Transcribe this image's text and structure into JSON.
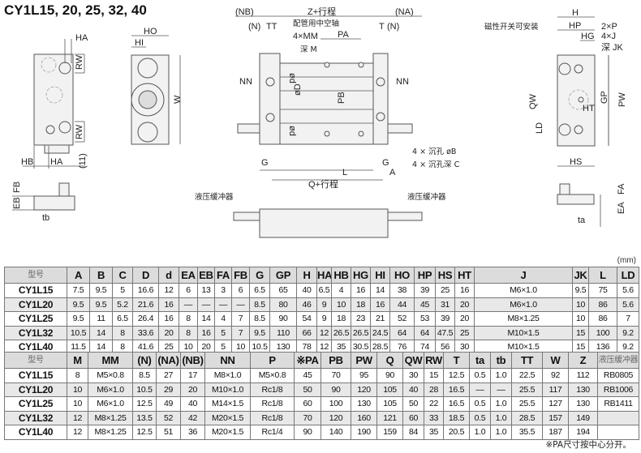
{
  "title": "CY1L15, 20, 25, 32, 40",
  "unit": "(mm)",
  "footnote": "※PA尺寸按中心分开。",
  "drawing_labels": {
    "ha_top": "HA",
    "rw_top": "RW",
    "rw_bottom": "RW",
    "hb": "HB",
    "ha_bottom": "HA",
    "eleven": "(11)",
    "ho": "HO",
    "hi": "HI",
    "w": "W",
    "fb": "FB",
    "eb": "EB",
    "tb": "tb",
    "nb": "(NB)",
    "z_stroke": "Z+行程",
    "na": "(NA)",
    "n_left": "(N)",
    "tt": "TT",
    "pipe_shaft": "配管用中空轴",
    "t": "T",
    "n_right": "(N)",
    "mm": "4×MM",
    "depth_m": "深 M",
    "pa": "PA",
    "nn_left": "NN",
    "nn_right": "NN",
    "d_small_top": "ød",
    "d_big": "øD",
    "pb": "PB",
    "d_small_bottom": "ød",
    "cb_b": "4 × 沉孔 øB",
    "cb_c": "4 × 沉孔深 C",
    "g_left": "G",
    "g_right": "G",
    "l": "L",
    "a": "A",
    "q_stroke": "Q+行程",
    "buffer_left": "液压缓冲器",
    "buffer_right": "液压缓冲器",
    "h": "H",
    "hp": "HP",
    "hg": "HG",
    "mag_switch": "磁性开关可安装",
    "p2": "2×P",
    "j4": "4×J",
    "depth_jk": "深 JK",
    "qw": "QW",
    "ht": "HT",
    "gp": "GP",
    "pw": "PW",
    "ld": "LD",
    "hs": "HS",
    "fa": "FA",
    "ea": "EA",
    "ta": "ta"
  },
  "table1": {
    "headers": [
      "型号",
      "A",
      "B",
      "C",
      "D",
      "d",
      "EA",
      "EB",
      "FA",
      "FB",
      "G",
      "GP",
      "H",
      "HA",
      "HB",
      "HG",
      "HI",
      "HO",
      "HP",
      "HS",
      "HT",
      "J",
      "JK",
      "L",
      "LD"
    ],
    "rows": [
      [
        "CY1L15",
        "7.5",
        "9.5",
        "5",
        "16.6",
        "12",
        "6",
        "13",
        "3",
        "6",
        "6.5",
        "65",
        "40",
        "6.5",
        "4",
        "16",
        "14",
        "38",
        "39",
        "25",
        "16",
        "M6×1.0",
        "9.5",
        "75",
        "5.6"
      ],
      [
        "CY1L20",
        "9.5",
        "9.5",
        "5.2",
        "21.6",
        "16",
        "—",
        "—",
        "—",
        "—",
        "8.5",
        "80",
        "46",
        "9",
        "10",
        "18",
        "16",
        "44",
        "45",
        "31",
        "20",
        "M6×1.0",
        "10",
        "86",
        "5.6"
      ],
      [
        "CY1L25",
        "9.5",
        "11",
        "6.5",
        "26.4",
        "16",
        "8",
        "14",
        "4",
        "7",
        "8.5",
        "90",
        "54",
        "9",
        "18",
        "23",
        "21",
        "52",
        "53",
        "39",
        "20",
        "M8×1.25",
        "10",
        "86",
        "7"
      ],
      [
        "CY1L32",
        "10.5",
        "14",
        "8",
        "33.6",
        "20",
        "8",
        "16",
        "5",
        "7",
        "9.5",
        "110",
        "66",
        "12",
        "26.5",
        "26.5",
        "24.5",
        "64",
        "64",
        "47.5",
        "25",
        "M10×1.5",
        "15",
        "100",
        "9.2"
      ],
      [
        "CY1L40",
        "11.5",
        "14",
        "8",
        "41.6",
        "25",
        "10",
        "20",
        "5",
        "10",
        "10.5",
        "130",
        "78",
        "12",
        "35",
        "30.5",
        "28.5",
        "76",
        "74",
        "56",
        "30",
        "M10×1.5",
        "15",
        "136",
        "9.2"
      ]
    ]
  },
  "table2": {
    "headers": [
      "型号",
      "M",
      "MM",
      "(N)",
      "(NA)",
      "(NB)",
      "NN",
      "P",
      "※PA",
      "PB",
      "PW",
      "Q",
      "QW",
      "RW",
      "T",
      "ta",
      "tb",
      "TT",
      "W",
      "Z",
      "液压缓冲器"
    ],
    "rows": [
      [
        "CY1L15",
        "8",
        "M5×0.8",
        "8.5",
        "27",
        "17",
        "M8×1.0",
        "M5×0.8",
        "45",
        "70",
        "95",
        "90",
        "30",
        "15",
        "12.5",
        "0.5",
        "1.0",
        "22.5",
        "92",
        "112",
        "RB0805"
      ],
      [
        "CY1L20",
        "10",
        "M6×1.0",
        "10.5",
        "29",
        "20",
        "M10×1.0",
        "Rc1/8",
        "50",
        "90",
        "120",
        "105",
        "40",
        "28",
        "16.5",
        "—",
        "—",
        "25.5",
        "117",
        "130",
        "RB1006"
      ],
      [
        "CY1L25",
        "10",
        "M6×1.0",
        "12.5",
        "49",
        "40",
        "M14×1.5",
        "Rc1/8",
        "60",
        "100",
        "130",
        "105",
        "50",
        "22",
        "16.5",
        "0.5",
        "1.0",
        "25.5",
        "127",
        "130",
        "RB1411"
      ],
      [
        "CY1L32",
        "12",
        "M8×1.25",
        "13.5",
        "52",
        "42",
        "M20×1.5",
        "Rc1/8",
        "70",
        "120",
        "160",
        "121",
        "60",
        "33",
        "18.5",
        "0.5",
        "1.0",
        "28.5",
        "157",
        "149",
        ""
      ],
      [
        "CY1L40",
        "12",
        "M8×1.25",
        "12.5",
        "51",
        "36",
        "M20×1.5",
        "Rc1/4",
        "90",
        "140",
        "190",
        "159",
        "84",
        "35",
        "20.5",
        "1.0",
        "1.0",
        "35.5",
        "187",
        "194",
        ""
      ]
    ]
  }
}
